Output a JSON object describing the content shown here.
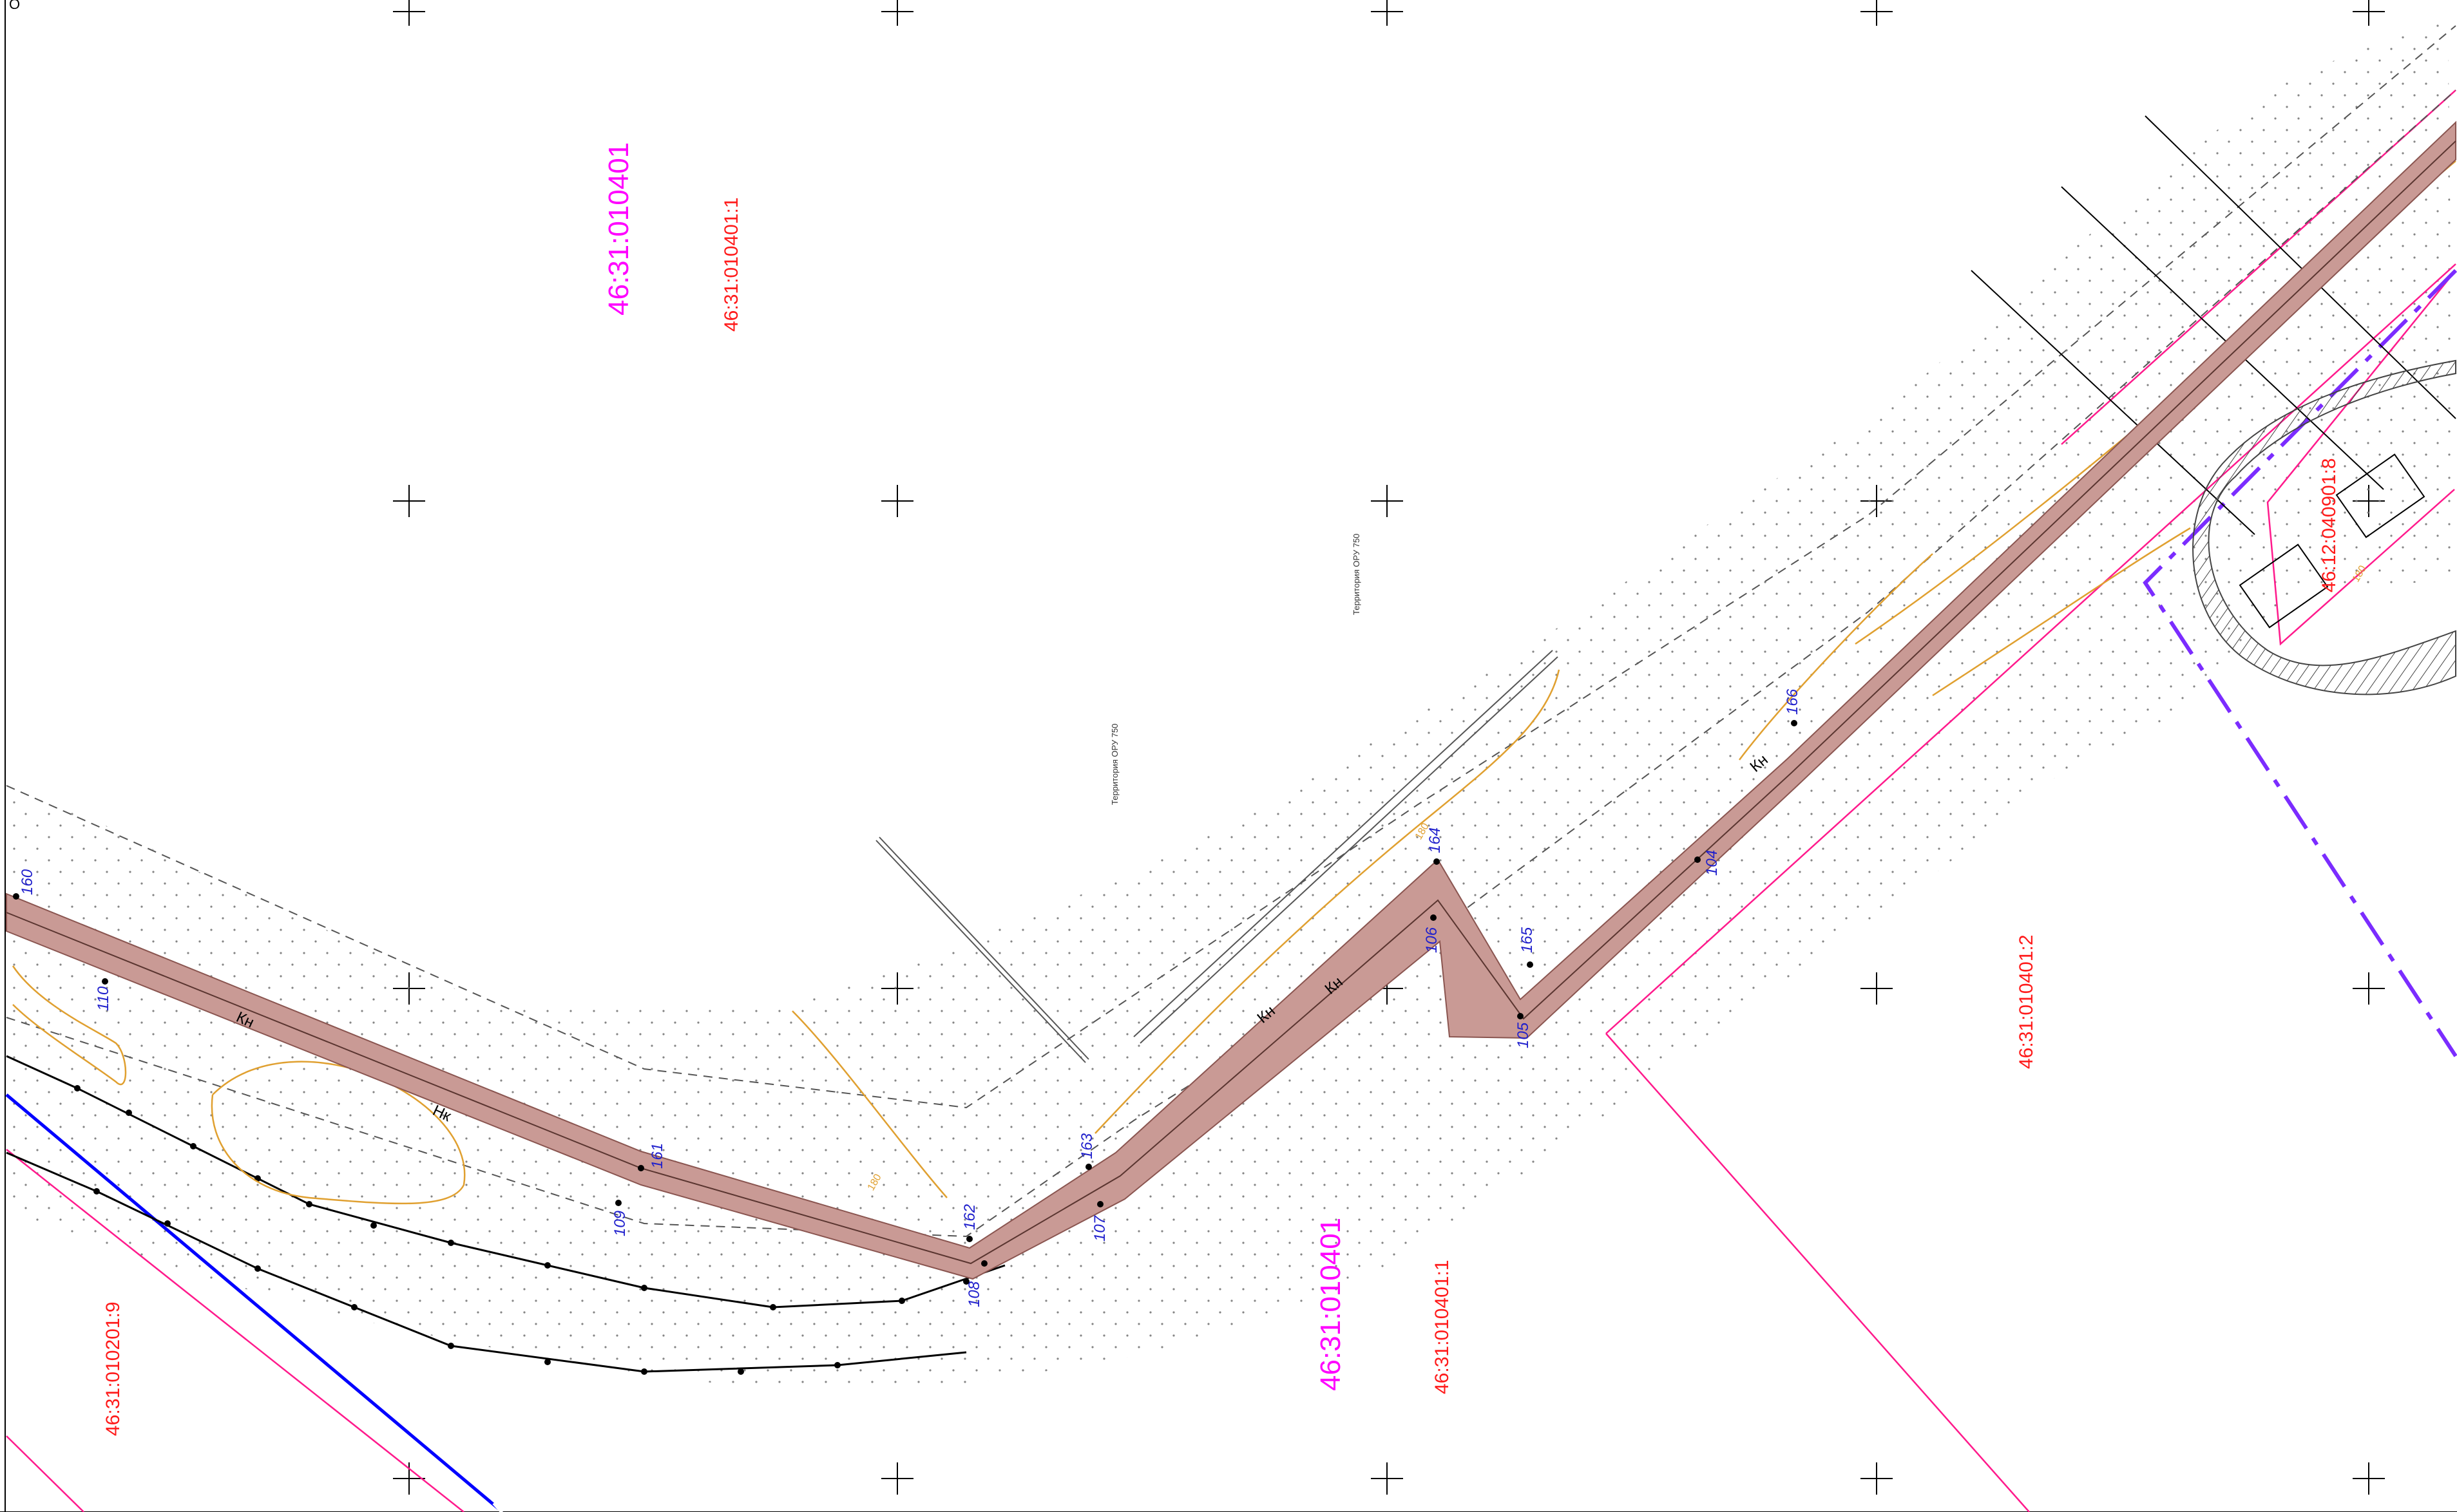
{
  "map": {
    "corner_mark": "O",
    "quarters": [
      {
        "id": "quarter-top",
        "text": "46:31:010401"
      },
      {
        "id": "quarter-bottom",
        "text": "46:31:010401"
      }
    ],
    "parcels": [
      {
        "id": "parcel-top",
        "text": "46:31:010401:1"
      },
      {
        "id": "parcel-bottom",
        "text": "46:31:010401:1"
      },
      {
        "id": "parcel-right",
        "text": "46:31:010401:2"
      },
      {
        "id": "parcel-left",
        "text": "46:31:010201:9"
      },
      {
        "id": "parcel-east",
        "text": "46:12:040901:8"
      }
    ],
    "route_points": [
      "160",
      "110",
      "109",
      "161",
      "162",
      "108",
      "163",
      "107",
      "164",
      "106",
      "165",
      "105",
      "104",
      "166"
    ],
    "route_labels": [
      "Кн",
      "Нк",
      "Кн",
      "Кн",
      "Кн"
    ],
    "territory_notes": [
      "Территория ОРУ 750",
      "Территория ОРУ 750"
    ],
    "contour_labels": [
      "180",
      "180",
      "180"
    ],
    "colors": {
      "corridor_fill": "#c99a95",
      "corridor_edge": "#8a5550",
      "parcel_line": "#ff1a8c",
      "quarter_label": "#ff00ff",
      "parcel_label": "#ff1a1a",
      "point_label": "#1f1fcc",
      "contour": "#e0a030",
      "blue_boundary": "#0000ff",
      "purple_boundary": "#7b2cff"
    }
  }
}
